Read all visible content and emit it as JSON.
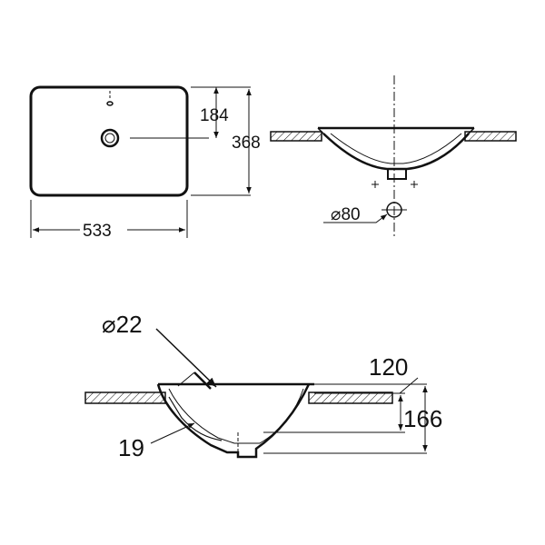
{
  "drawing": {
    "stroke_color": "#111111",
    "background": "#ffffff",
    "top_view": {
      "width_label": "533",
      "depth_label": "368",
      "tap_offset_label": "184"
    },
    "front_view": {
      "drain_diameter_label": "⌀80"
    },
    "section_view": {
      "overflow_diameter_label": "⌀22",
      "overflow_label": "19",
      "bowl_depth_label": "120",
      "total_height_label": "166"
    }
  }
}
